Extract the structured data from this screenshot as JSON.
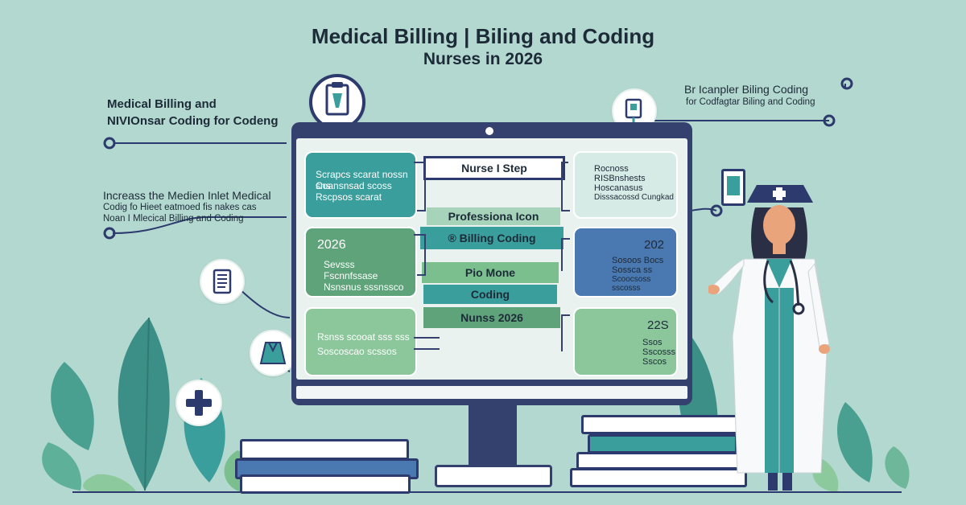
{
  "title": {
    "line1": "Medical Billing | Biling and Coding",
    "line2": "Nurses in 2026"
  },
  "left_labels": {
    "top": [
      "Medical Billing and",
      "NIVIOnsar Coding for Codeng"
    ],
    "middle": [
      "Increass the Medien Inlet Medical",
      "Codig fo Hieet eatmoed fis nakes cas",
      "Noan I Mlecical Billing and Coding"
    ]
  },
  "right_label": [
    "Br Icanpler Biling Coding",
    "for Codfagtar Biling and Coding"
  ],
  "screen": {
    "left_panels": [
      {
        "lines": [
          "Scrapcs scarat nossn sns",
          "Coansnsad scoss",
          "Rscpsos scarat"
        ]
      },
      {
        "year": "2026",
        "lines": [
          "Sevsss",
          "Fscnnfssase",
          "Nsnsnus sssnssco"
        ]
      },
      {
        "lines": [
          "Rsnss scooat sss sss",
          "Soscoscao scssos"
        ]
      }
    ],
    "ribbons": [
      "Nurse I Step",
      "Professiona Icon",
      "® Billing Coding",
      "Pio Mone",
      "Coding",
      "Nunss 2026"
    ],
    "right_panels": [
      {
        "lines": [
          "Rocnoss",
          "RISBnshests",
          "Hoscanasus",
          "Disssacossd Cungkad"
        ]
      },
      {
        "year": "202",
        "lines": [
          "Sosoos Bocs",
          "Sossca ss",
          "Scoocsoss sscosss"
        ]
      },
      {
        "year": "22S",
        "lines": [
          "Ssos",
          "Sscosss",
          "Sscos"
        ]
      }
    ]
  },
  "colors": {
    "background": "#b3d8cf",
    "navy": "#2c3a6d",
    "teal": "#3a9e9c",
    "green": "#5fa37a",
    "blue": "#4a78b1"
  },
  "icons": [
    "clipboard-icon",
    "medical-device-icon",
    "medical-cross-icon",
    "document-icon",
    "gown-icon",
    "nurse-cap-icon",
    "stethoscope-icon",
    "tablet-icon"
  ]
}
